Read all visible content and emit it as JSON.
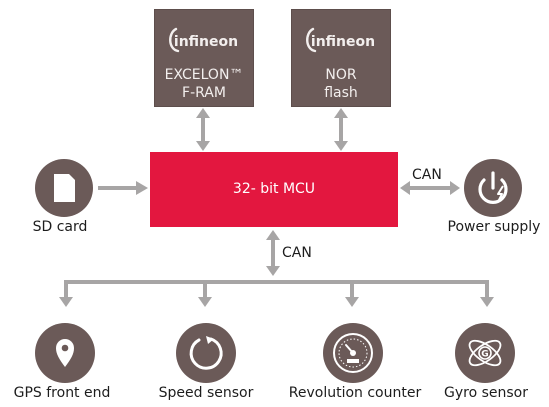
{
  "chips": [
    {
      "logo_text": "infineon",
      "line1": "EXCELON™",
      "line2": "F-RAM"
    },
    {
      "logo_text": "infineon",
      "line1": "NOR",
      "line2": "flash"
    }
  ],
  "mcu": {
    "label": "32- bit MCU"
  },
  "connections": {
    "can_right": "CAN",
    "can_down": "CAN"
  },
  "nodes": {
    "sd_card": "SD card",
    "power_supply": "Power supply",
    "gps": "GPS front end",
    "speed_sensor": "Speed sensor",
    "revolution_counter": "Revolution counter",
    "gyro_sensor": "Gyro sensor"
  },
  "colors": {
    "chip_bg": "#6b5a58",
    "mcu_bg": "#e3173f",
    "icon_bg": "#6b5a58",
    "arrow": "#a7a5a5"
  }
}
